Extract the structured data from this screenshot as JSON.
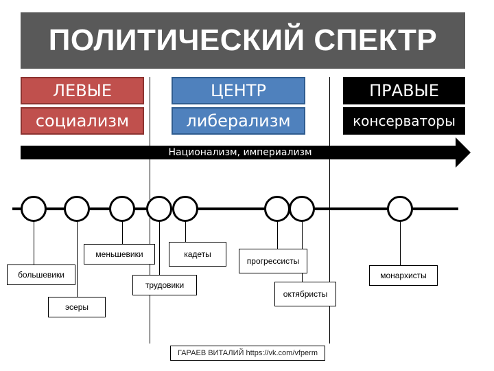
{
  "title": "ПОЛИТИЧЕСКИЙ СПЕКТР",
  "columns": {
    "left": {
      "heading": "ЛЕВЫЕ",
      "ideology": "социализм",
      "color": "#c0504d"
    },
    "center": {
      "heading": "ЦЕНТР",
      "ideology": "либерализм",
      "color": "#4f81bd"
    },
    "right": {
      "heading": "ПРАВЫЕ",
      "ideology": "консерваторы",
      "color": "#000000"
    }
  },
  "arrow_label": "Национализм, империализм",
  "parties": {
    "bolsheviks": "большевики",
    "esers": "эсеры",
    "mensheviks": "меньшевики",
    "trudoviks": "трудовики",
    "kadets": "кадеты",
    "progressists": "прогрессисты",
    "octobrists": "октябристы",
    "monarchists": "монархисты"
  },
  "credit": "ГАРАЕВ ВИТАЛИЙ https://vk.com/vfperm"
}
